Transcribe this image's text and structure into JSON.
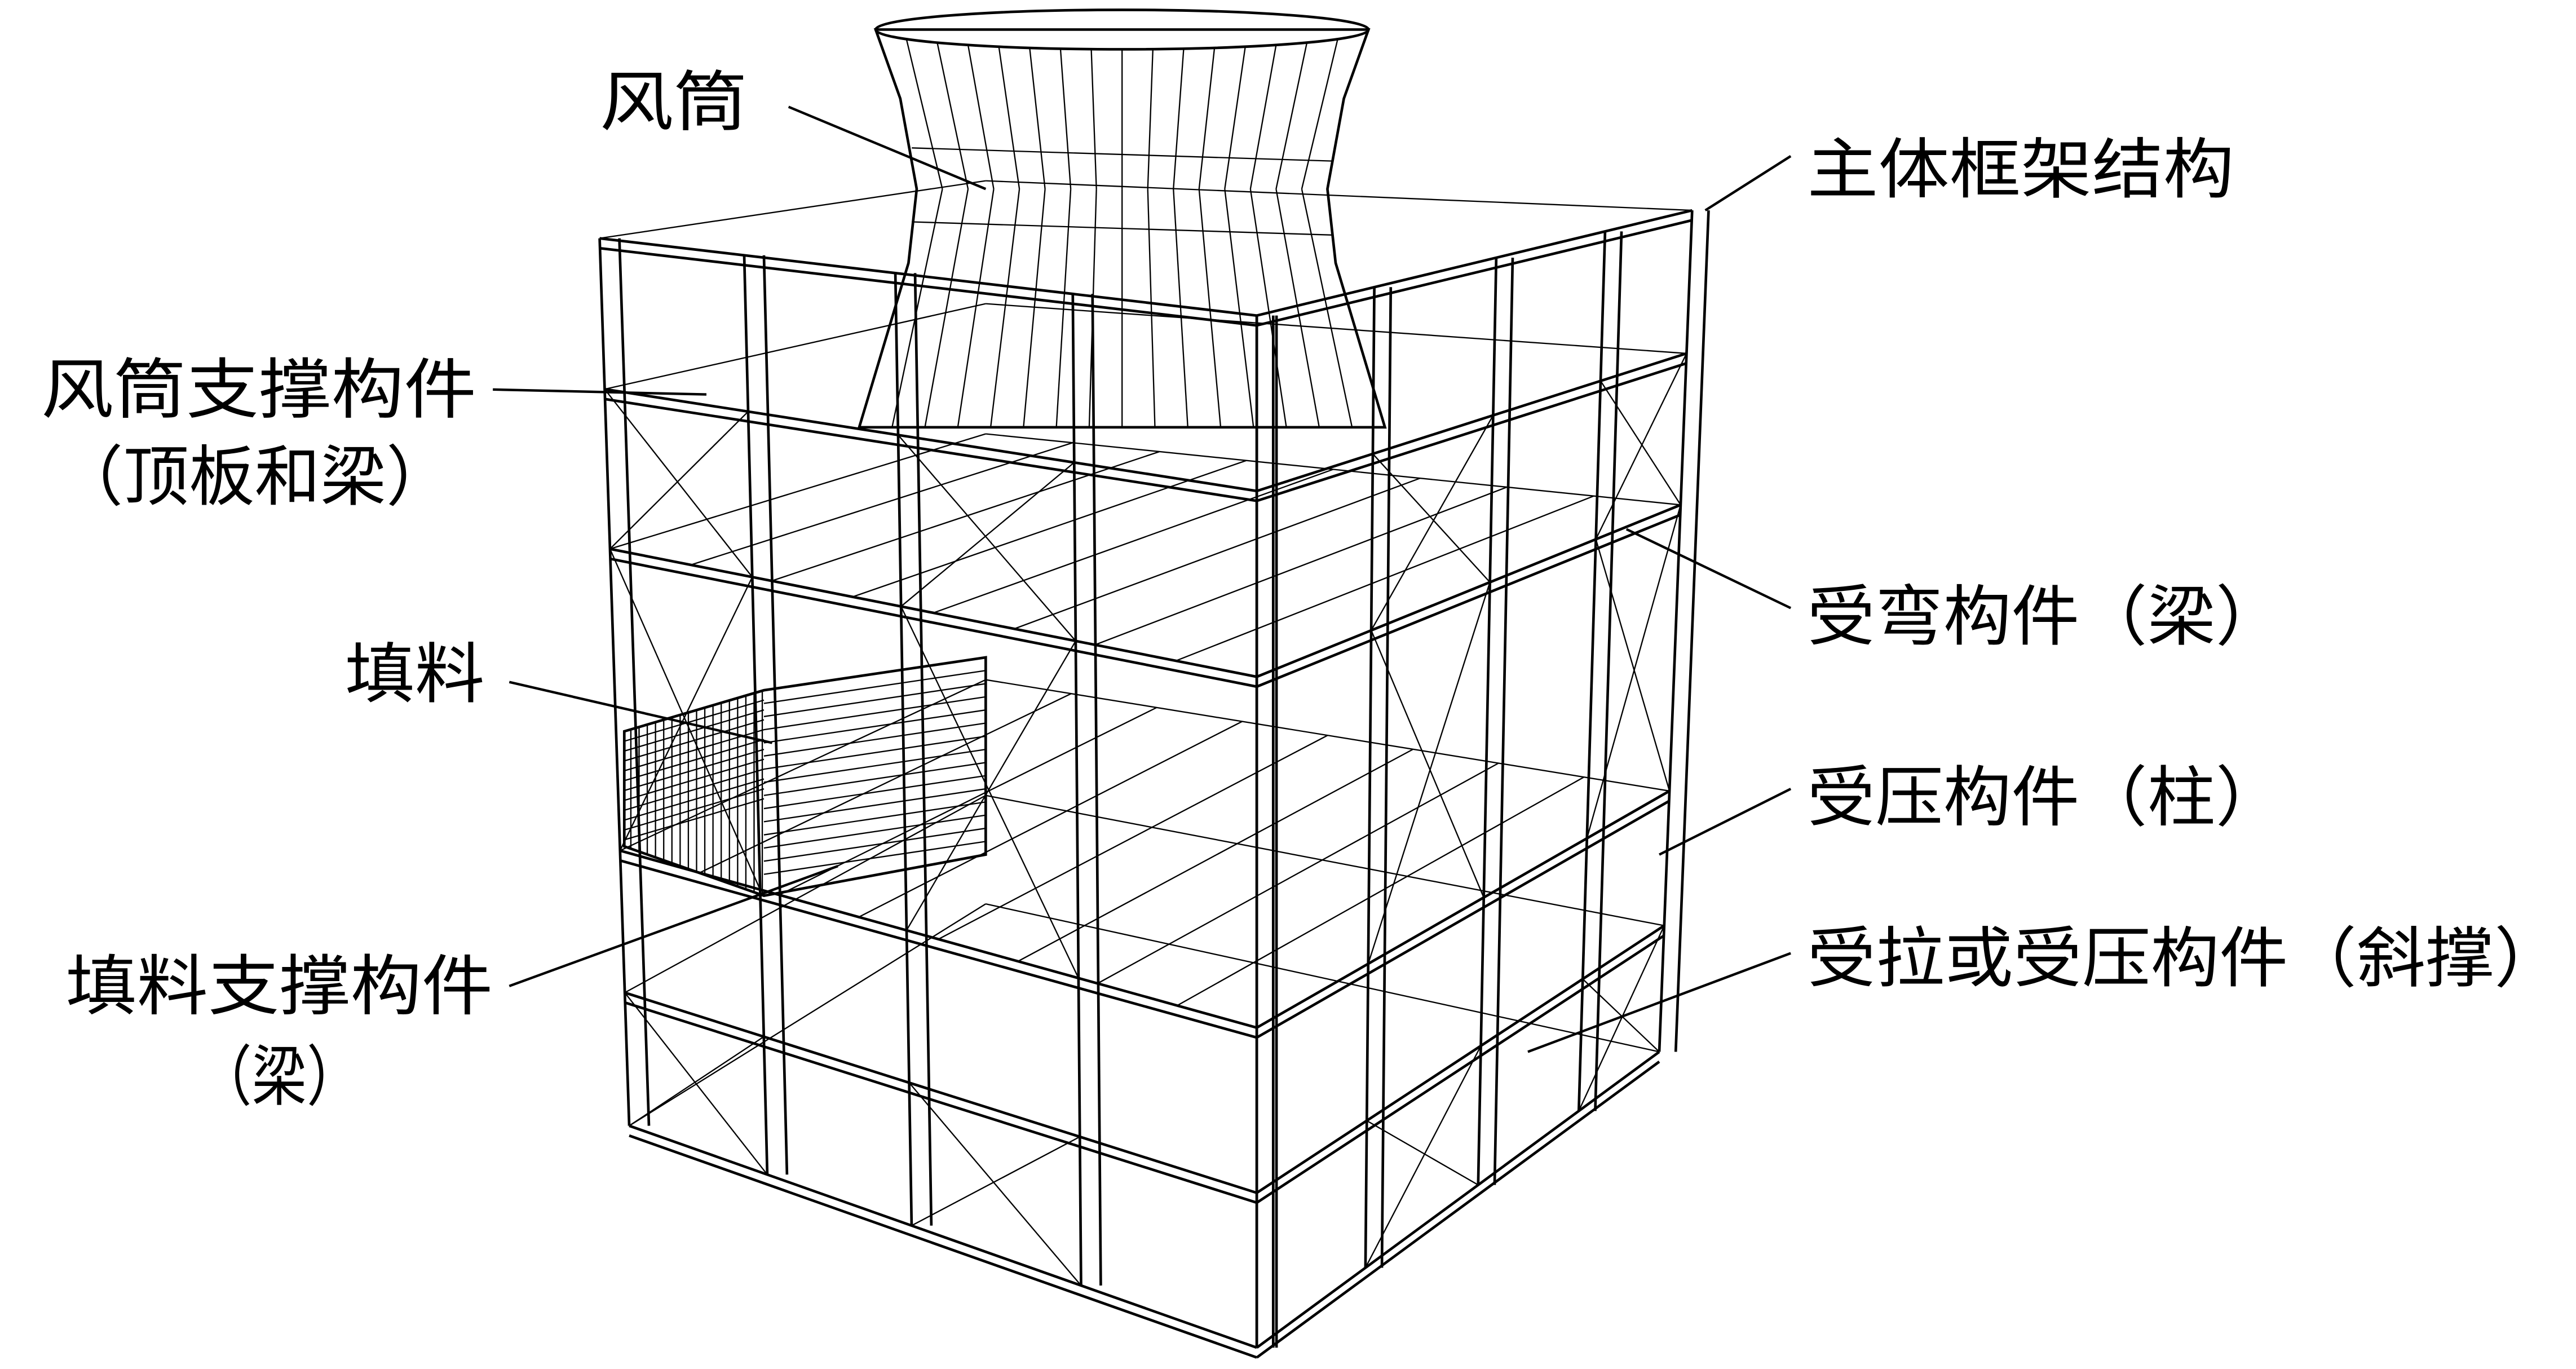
{
  "labels": {
    "fan_stack": "风筒",
    "main_frame": "主体框架结构",
    "stack_support_line1": "风筒支撑构件",
    "stack_support_line2": "（顶板和梁）",
    "bending_member": "受弯构件（梁）",
    "fill": "填料",
    "compression_member": "受压构件（柱）",
    "fill_support_line1": "填料支撑构件",
    "fill_support_line2": "（梁）",
    "brace_member": "受拉或受压构件（斜撑）"
  }
}
